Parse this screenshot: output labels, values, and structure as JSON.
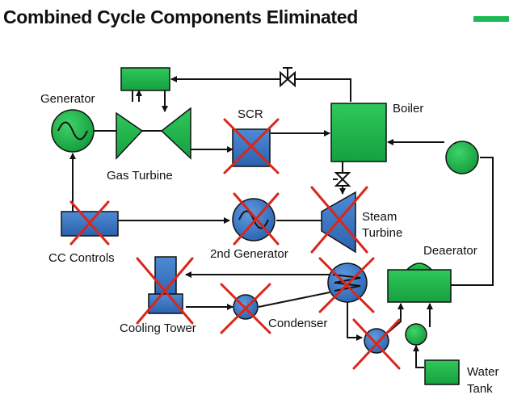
{
  "title": "Combined Cycle Components Eliminated",
  "labels": {
    "generator": "Generator",
    "gas_turbine": "Gas Turbine",
    "scr": "SCR",
    "boiler": "Boiler",
    "steam": "Steam",
    "turbine": "Turbine",
    "cc_controls": "CC Controls",
    "second_generator": "2nd Generator",
    "deaerator": "Deaerator",
    "cooling_tower": "Cooling Tower",
    "condenser": "Condenser",
    "water": "Water",
    "tank": "Tank"
  },
  "colors": {
    "retained": "#22b24c",
    "eliminated": "#3b78c8",
    "cross": "#d9261c",
    "accent": "#1db954"
  }
}
